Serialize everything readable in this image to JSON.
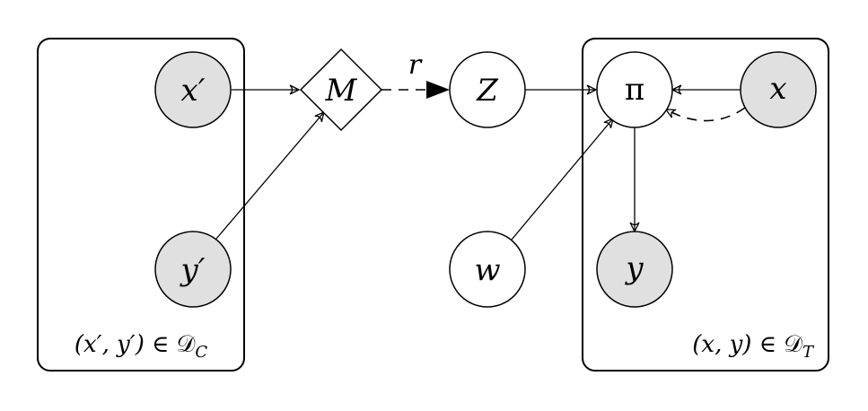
{
  "nodes": {
    "x_prime": {
      "label": "x′",
      "observed": true
    },
    "y_prime": {
      "label": "y′",
      "observed": true
    },
    "M": {
      "label": "M",
      "shape": "diamond",
      "observed": false
    },
    "Z": {
      "label": "Z",
      "observed": false
    },
    "w": {
      "label": "w",
      "observed": false
    },
    "pi": {
      "label": "π",
      "observed": false
    },
    "x": {
      "label": "x",
      "observed": true
    },
    "y": {
      "label": "y",
      "observed": true
    }
  },
  "plates": {
    "context": {
      "label_prefix": "(x′, y′) ∈ ",
      "label_set": "𝒟",
      "label_sub": "C"
    },
    "target": {
      "label_prefix": "(x, y) ∈ ",
      "label_set": "𝒟",
      "label_sub": "T"
    }
  },
  "edges": {
    "M_to_Z": {
      "label": "r",
      "style": "dashed"
    }
  },
  "colors": {
    "observed_fill": "#e0e0e0",
    "latent_fill": "#ffffff",
    "stroke": "#000000"
  }
}
